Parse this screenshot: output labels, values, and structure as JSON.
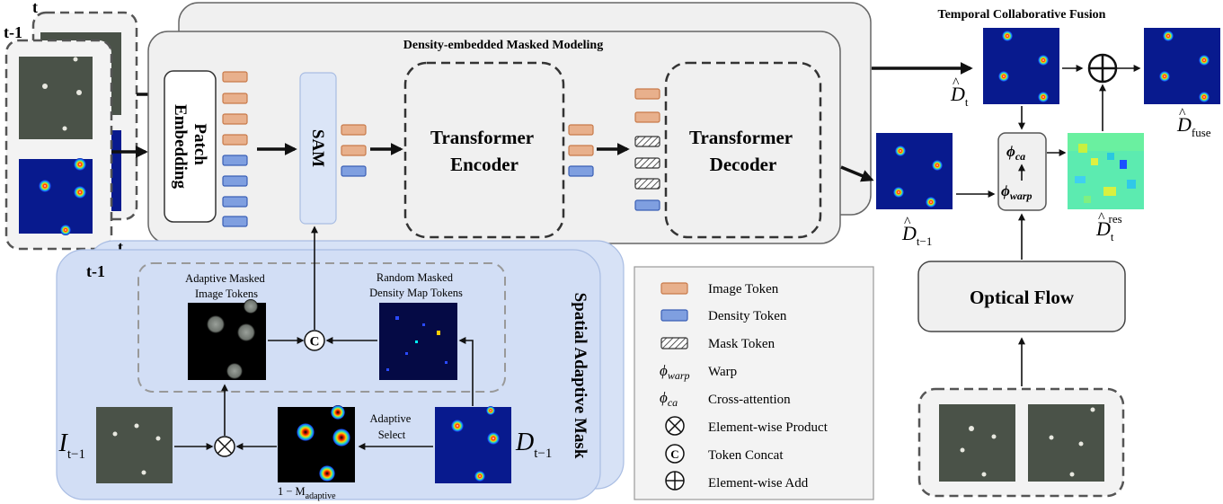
{
  "frames": {
    "t": "t",
    "t_minus_1": "t-1"
  },
  "dmm": {
    "title": "Density-embedded Masked Modeling",
    "patch_embedding": [
      "Patch",
      "Embedding"
    ],
    "sam": "SAM",
    "encoder": [
      "Transformer",
      "Encoder"
    ],
    "decoder": [
      "Transformer",
      "Decoder"
    ]
  },
  "sam_module": {
    "title": "Spatial Adaptive Mask",
    "frame_t": "t",
    "frame_t_minus_1": "t-1",
    "adaptive_masked": [
      "Adaptive Masked",
      "Image Tokens"
    ],
    "random_masked": [
      "Random Masked",
      "Density Map Tokens"
    ],
    "adaptive_select": [
      "Adaptive",
      "Select"
    ],
    "concat_symbol": "C",
    "product_symbol": "⊗",
    "i_label": "I",
    "i_sub": "t−1",
    "d_label": "D",
    "d_sub": "t−1",
    "m_prefix": "1 − M",
    "m_sub": "adaptive"
  },
  "legend": {
    "image_token": "Image Token",
    "density_token": "Density Token",
    "mask_token": "Mask Token",
    "warp_symbol": "ϕ",
    "warp_sub": "warp",
    "warp": "Warp",
    "ca_symbol": "ϕ",
    "ca_sub": "ca",
    "cross_attention": "Cross-attention",
    "element_product": "Element-wise Product",
    "token_concat": "Token Concat",
    "element_add": "Element-wise Add"
  },
  "fusion": {
    "title": "Temporal Collaborative Fusion",
    "d_t": "t",
    "d_t_minus_1": "t−1",
    "d_res_sub": "t",
    "d_res_sup": "res",
    "d_fuse": "fuse",
    "d_letter": "D",
    "phi": "ϕ",
    "ca": "ca",
    "warp": "warp",
    "optical_flow": "Optical Flow"
  },
  "colors": {
    "image_token": "#e8b08c",
    "image_token_stroke": "#c87a4a",
    "density_token": "#7f9fe0",
    "density_token_stroke": "#3a5fb5",
    "sam_panel": "#dbe5f7",
    "density_bg": "#081a8e",
    "photo_bg": "#4a5248"
  }
}
